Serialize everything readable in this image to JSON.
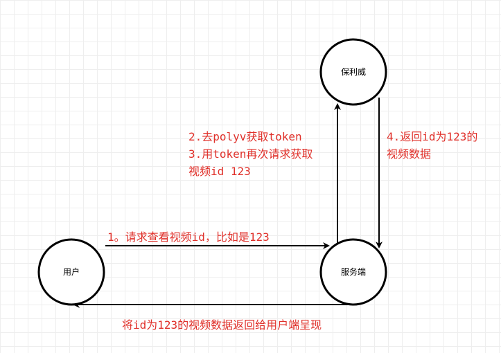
{
  "colors": {
    "node_stroke": "#000000",
    "edge_stroke": "#000000",
    "label_text": "#e0302a",
    "grid": "#eeeeee"
  },
  "nodes": {
    "user": {
      "label": "用户"
    },
    "server": {
      "label": "服务端"
    },
    "polyv": {
      "label": "保利威"
    }
  },
  "edges": {
    "request": {
      "label": "1。请求查看视频id，比如是123"
    },
    "token": {
      "lines": [
        "2.去polyv获取token",
        "3.用token再次请求获取",
        "视频id 123"
      ]
    },
    "response": {
      "lines": [
        "4.返回id为123的",
        "视频数据"
      ]
    },
    "deliver": {
      "label": "将id为123的视频数据返回给用户端呈现"
    }
  }
}
